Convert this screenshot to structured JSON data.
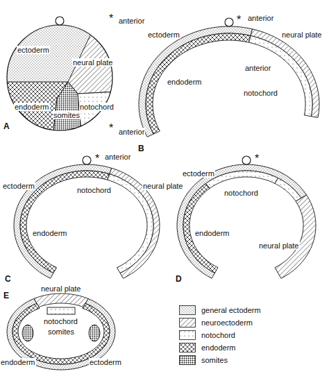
{
  "diagram": {
    "labels": [
      "ectoderm",
      "*",
      "anterior",
      "neural plate",
      "endoderm",
      "somites",
      "notochord",
      "*",
      "anterior",
      "A",
      "ectoderm",
      "*",
      "anterior",
      "neural plate",
      "endoderm",
      "notochord",
      "B",
      "anterior",
      "anterior",
      "*",
      "neural plate",
      "notochord",
      "ectoderm",
      "endoderm",
      "C",
      "ectoderm",
      "*",
      "notochord",
      "endoderm",
      "neural plate",
      "D",
      "neural plate",
      "notochord",
      "somites",
      "endoderm",
      "ectoderm",
      "E"
    ],
    "legend": [
      {
        "text": "general ectoderm"
      },
      {
        "text": "neuroectoderm"
      },
      {
        "text": "notochord"
      },
      {
        "text": "endoderm"
      },
      {
        "text": "somites"
      }
    ]
  }
}
